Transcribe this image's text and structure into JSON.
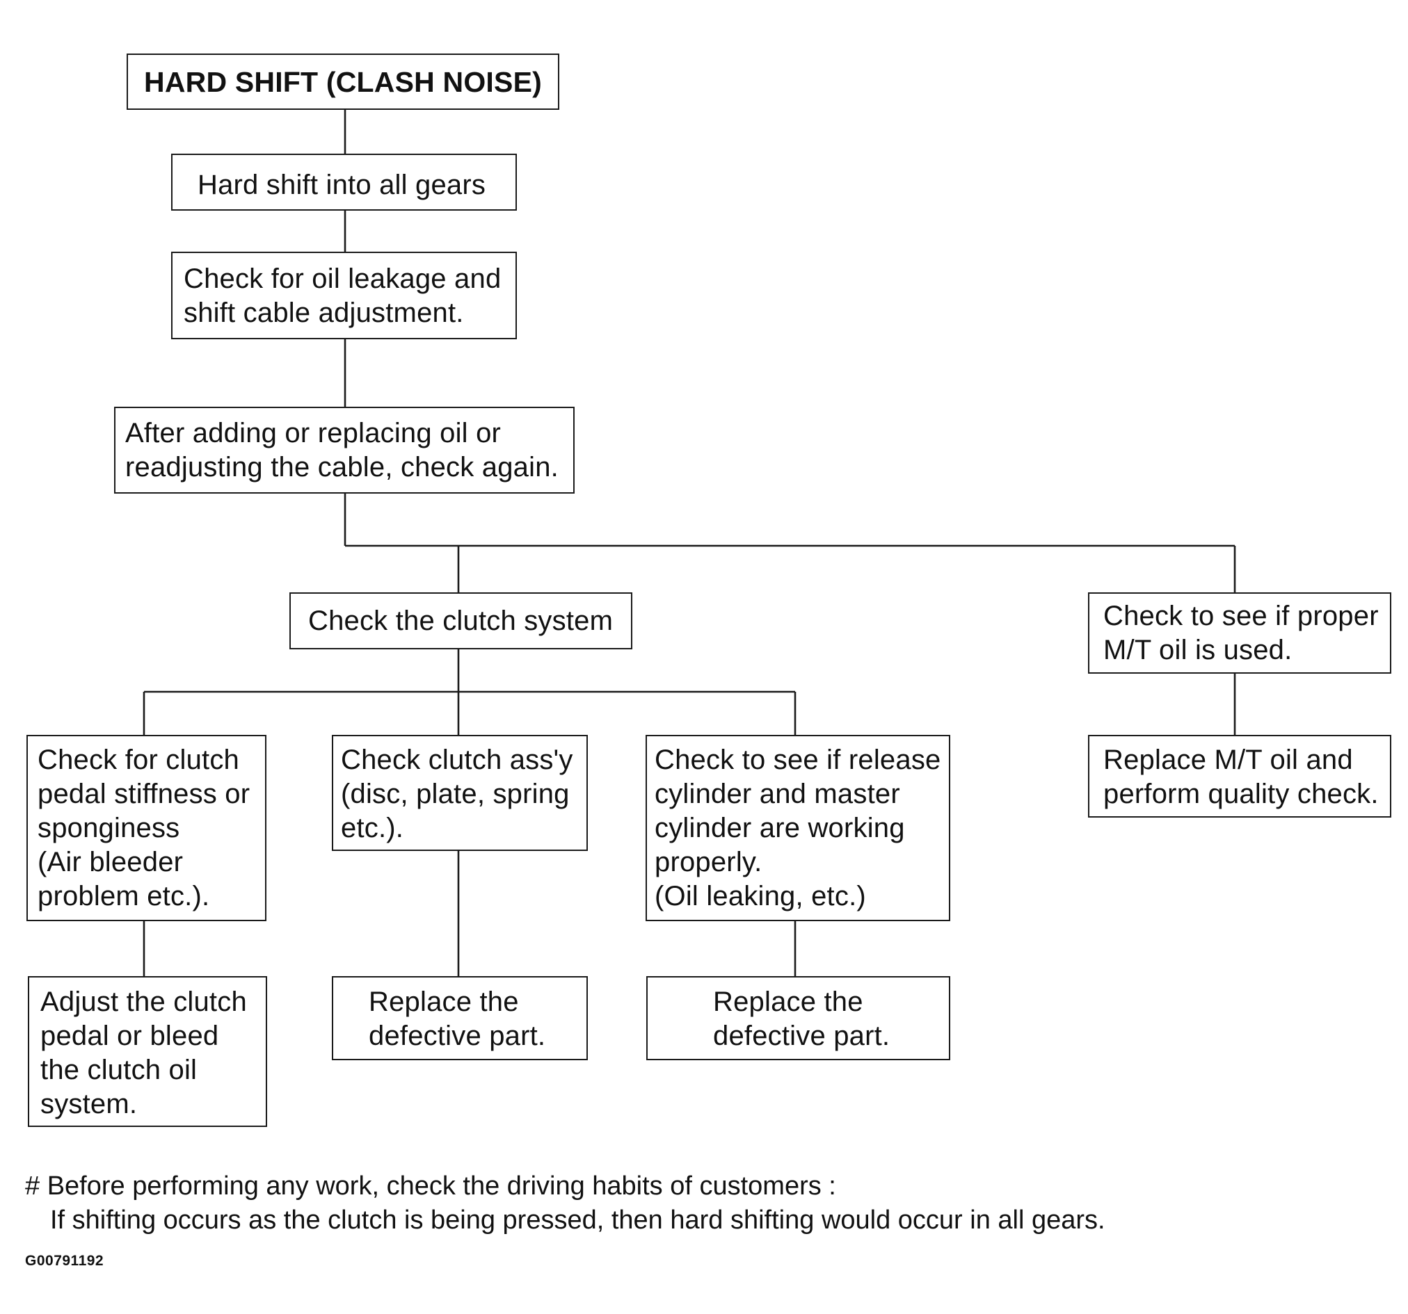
{
  "diagram": {
    "title": "HARD SHIFT (CLASH NOISE)",
    "steps": {
      "hard_shift_all_gears": [
        "Hard shift into all gears"
      ],
      "check_oil_leakage": [
        "Check for oil leakage and",
        "shift cable adjustment."
      ],
      "after_adding_oil": [
        "After adding or replacing oil or",
        "readjusting the cable, check again."
      ],
      "check_clutch_system": [
        "Check the clutch system"
      ],
      "check_proper_oil": [
        "Check to see if proper",
        "M/T oil is used."
      ],
      "check_pedal_stiffness": [
        "Check for clutch",
        "pedal stiffness or",
        "sponginess",
        "(Air bleeder",
        "problem etc.)."
      ],
      "check_clutch_assy": [
        "Check clutch ass'y",
        "(disc, plate, spring",
        "etc.)."
      ],
      "check_release_cylinder": [
        "Check to see if release",
        "cylinder and master",
        "cylinder are working",
        "properly.",
        "(Oil leaking, etc.)"
      ],
      "replace_mt_oil": [
        "Replace M/T oil and",
        "perform quality check."
      ],
      "adjust_clutch_pedal": [
        "Adjust the clutch",
        "pedal or bleed",
        "the clutch oil",
        "system."
      ],
      "replace_defective_1": [
        "Replace the",
        "defective part."
      ],
      "replace_defective_2": [
        "Replace the",
        "defective part."
      ]
    }
  },
  "footnote": {
    "line1": "# Before performing any work, check the driving habits of customers :",
    "line2": "If shifting occurs as the clutch is being pressed, then hard shifting would occur in all gears."
  },
  "figure_id": "G00791192"
}
